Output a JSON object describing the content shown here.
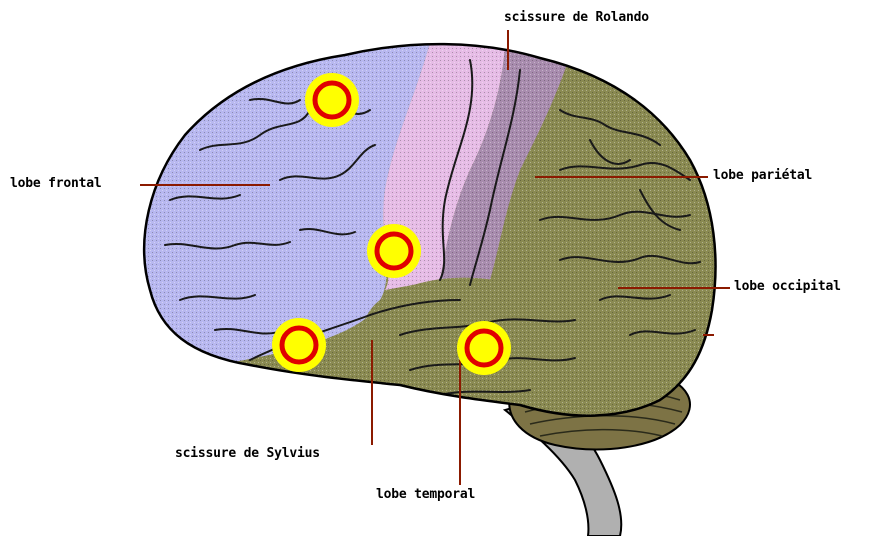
{
  "labels": {
    "rolando": "scissure de Rolando",
    "frontal": "lobe frontal",
    "parietal": "lobe pariétal",
    "occipital": "lobe occipital",
    "sylvius": "scissure de Sylvius",
    "temporal": "lobe temporal"
  },
  "colors": {
    "frontal": "#b8b8f0",
    "precentral": "#e6bce6",
    "postcentral": "#a88cae",
    "posterior": "#8a8a52",
    "cerebellum": "#7d7345",
    "brainstem": "#b0b0b0",
    "leader": "#8b1a00",
    "ring_outer": "#ffff00",
    "ring_inner": "#e00000"
  },
  "markers": [
    {
      "name": "marker-frontal-top"
    },
    {
      "name": "marker-center"
    },
    {
      "name": "marker-frontal-bottom"
    },
    {
      "name": "marker-temporal"
    }
  ]
}
